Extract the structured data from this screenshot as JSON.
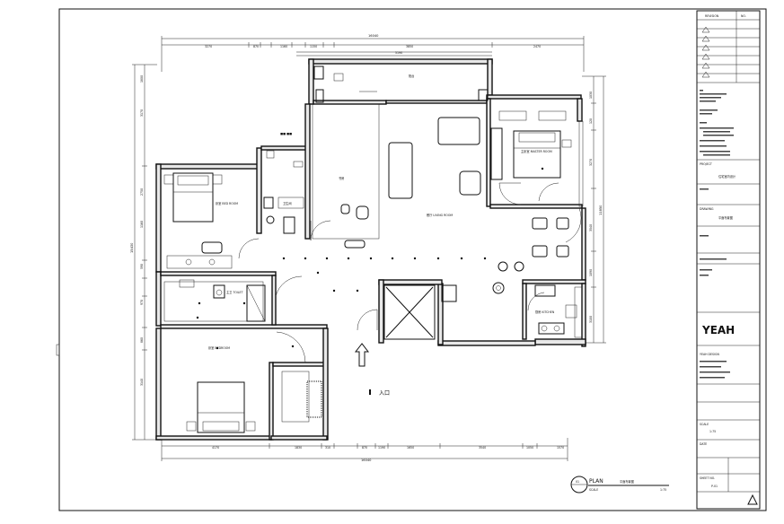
{
  "drawing": {
    "plan_label": "PLAN",
    "plan_number": "01",
    "scale_label": "SCALE",
    "scale_value": "1:75",
    "entry_label": "入口",
    "overall_dim_top": "16040",
    "overall_dim_bottom": "16040",
    "overall_dim_left": "15430",
    "overall_dim_right": "11850"
  },
  "rooms": {
    "balcony": "阳台",
    "living": "客厅",
    "dining": "餐厅 LIVING ROOM",
    "master_bed": "主卧室 MASTER ROOM",
    "bed2": "卧室 BED ROOM",
    "bed3": "卧室 BEDROOM",
    "bath1": "卫生间",
    "bath2": "主卫 TOILET",
    "kitchen": "厨房 KITCHEN",
    "study": "书房"
  },
  "titleblock": {
    "rev_header": "REVISION",
    "no_header": "NO.",
    "logo": "YEAH",
    "company": "YEAH DESIGN",
    "project_label": "PROJECT",
    "project_value": "住宅室内设计",
    "drawing_label": "DRAWING",
    "drawing_value": "平面布置图",
    "scale_label": "SCALE",
    "scale_value": "1:75",
    "date_label": "DATE",
    "sheet_label": "SHEET NO.",
    "sheet_value": "P-01"
  }
}
